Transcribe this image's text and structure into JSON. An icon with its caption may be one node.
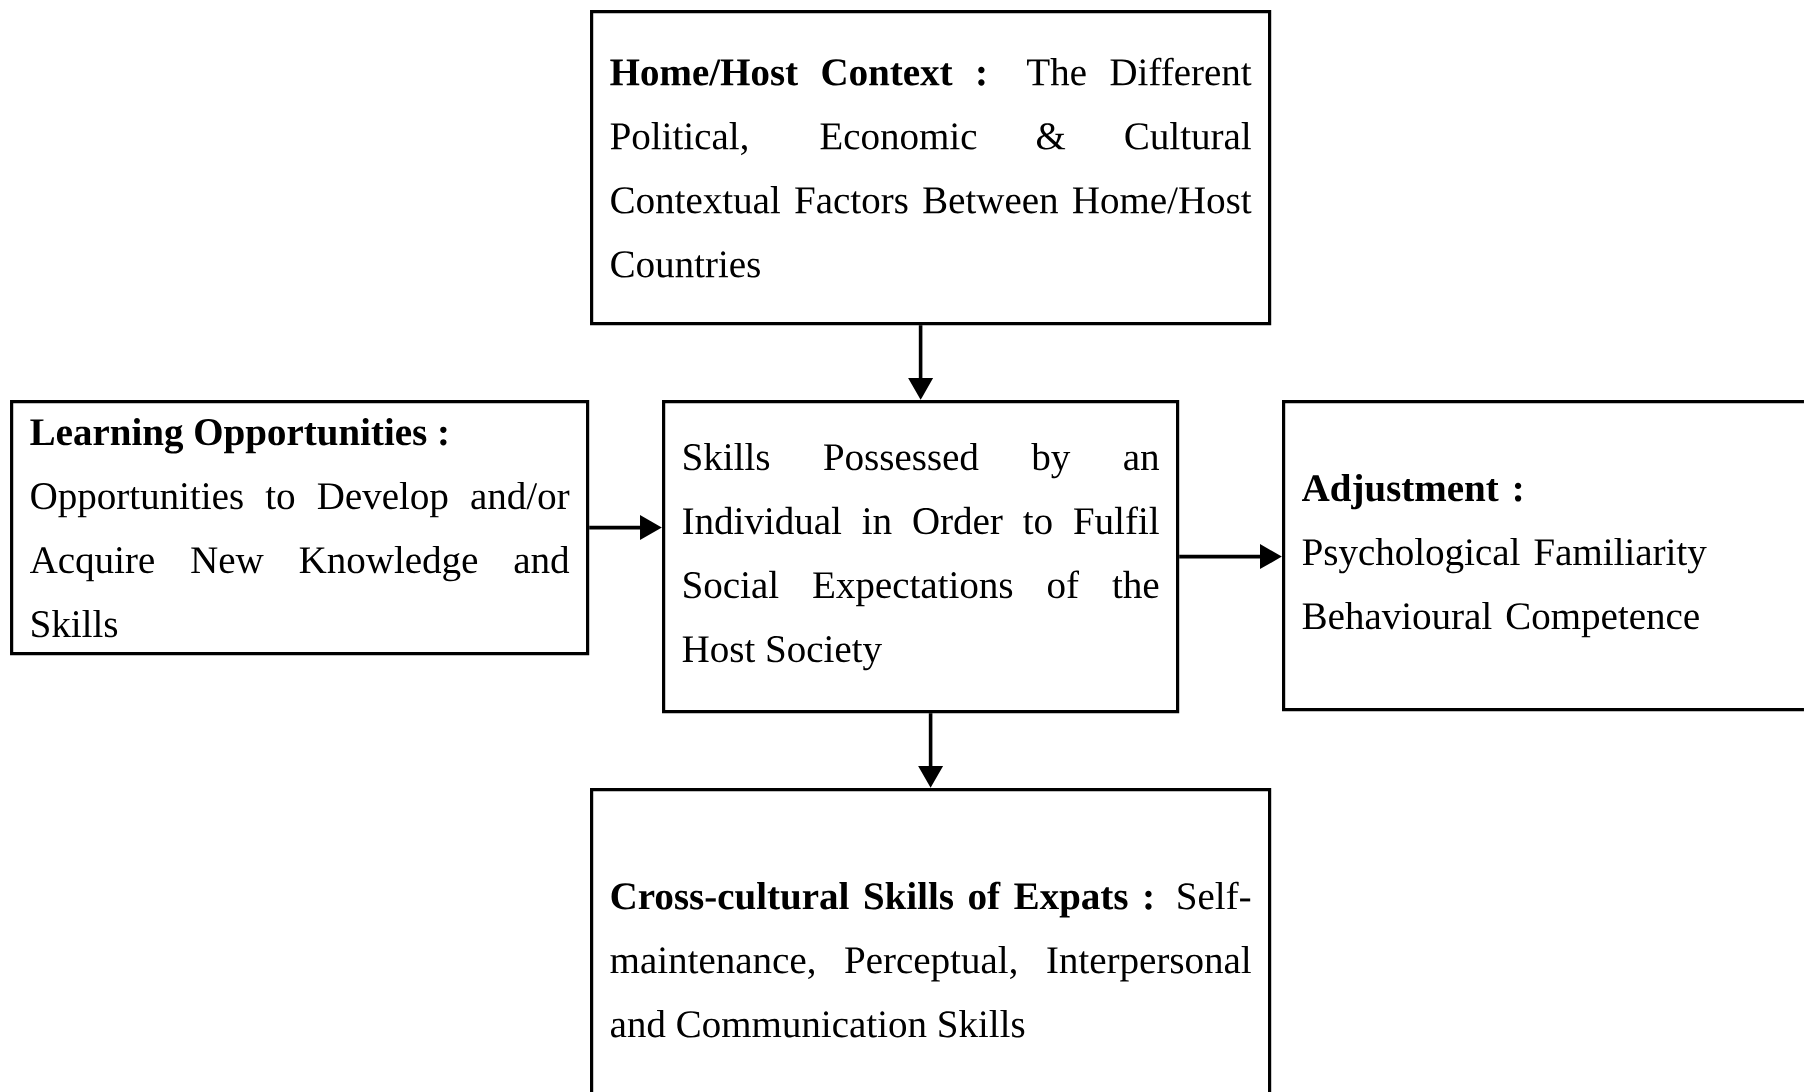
{
  "diagram": {
    "nodes": [
      {
        "text": [
          "**Home/Host Context :** The Different Political, Economic & Cultural Contextual Factors Between Home/Host Countries"
        ]
      },
      {
        "text": [
          "Learning Opportunities :",
          "Opportunities to Develop and/or Acquire New Knowledge and Skills"
        ]
      },
      {
        "text": [
          "Skills Possessed by an Individual in Order to Fulfil Social Expectations of the Host Society"
        ]
      },
      {
        "text": [
          "Adjustment :",
          "Psychological Familiarity",
          "Behavioural Competence"
        ]
      },
      {
        "text": [
          "**Cross-cultural Skills of Expats :** Self-maintenance, Perceptual, Interpersonal and Communication Skills"
        ]
      }
    ],
    "edges": [
      {
        "from": 0,
        "to": 2,
        "arrow": "to"
      },
      {
        "from": 1,
        "to": 2,
        "arrow": "to"
      },
      {
        "from": 2,
        "to": 3,
        "arrow": "to"
      },
      {
        "from": 2,
        "to": 4,
        "arrow": "to"
      }
    ]
  }
}
